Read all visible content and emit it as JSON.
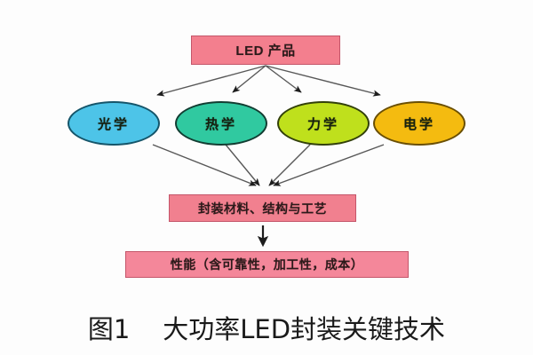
{
  "figure": {
    "caption_label": "图1",
    "caption_title": "大功率LED封装关键技术",
    "caption_full": "图1    大功率LED封装关键技术",
    "background_color": "#fdfdfd"
  },
  "diagram": {
    "type": "flowchart",
    "top_node": {
      "label": "LED 产品",
      "fill": "#f37f8e",
      "border": "#c4566a",
      "shape": "rectangle"
    },
    "branch_nodes": [
      {
        "label": "光学",
        "fill": "#4dc4e8",
        "border": "#15556a",
        "shape": "ellipse"
      },
      {
        "label": "热学",
        "fill": "#30c9a0",
        "border": "#123d32",
        "shape": "ellipse"
      },
      {
        "label": "力学",
        "fill": "#bfe01c",
        "border": "#32400a",
        "shape": "ellipse"
      },
      {
        "label": "电学",
        "fill": "#f4bb10",
        "border": "#6a4f04",
        "shape": "ellipse"
      }
    ],
    "mid_node": {
      "label": "封装材料、结构与工艺",
      "fill": "#f1808f",
      "border": "#c4566a",
      "shape": "rectangle"
    },
    "bottom_node": {
      "label": "性能（含可靠性，加工性，成本）",
      "fill": "#f4879a",
      "border": "#c4566a",
      "shape": "rectangle"
    },
    "arrow_color": "#4a4a4a",
    "arrow_head_color": "#1d1d1d",
    "flows": [
      {
        "from": "LED 产品",
        "to": "光学"
      },
      {
        "from": "LED 产品",
        "to": "热学"
      },
      {
        "from": "LED 产品",
        "to": "力学"
      },
      {
        "from": "LED 产品",
        "to": "电学"
      },
      {
        "from": "光学",
        "to": "封装材料、结构与工艺"
      },
      {
        "from": "热学",
        "to": "封装材料、结构与工艺"
      },
      {
        "from": "力学",
        "to": "封装材料、结构与工艺"
      },
      {
        "from": "电学",
        "to": "封装材料、结构与工艺"
      },
      {
        "from": "封装材料、结构与工艺",
        "to": "性能（含可靠性，加工性，成本）"
      }
    ]
  }
}
